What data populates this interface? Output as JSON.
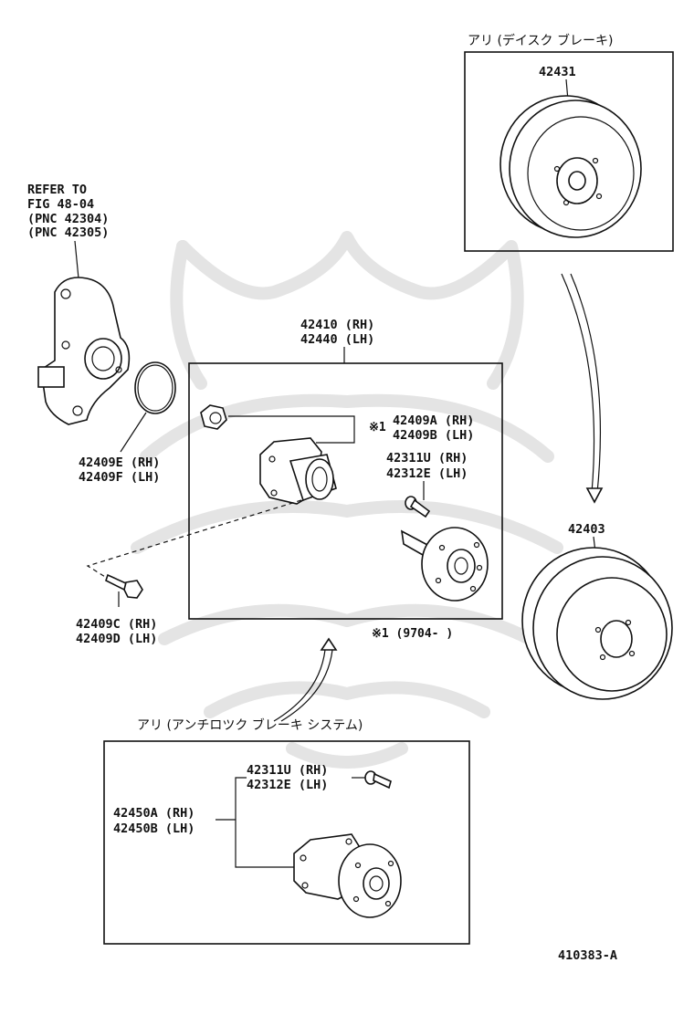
{
  "diagram": {
    "figure_code": "410383-A",
    "top_box_title": "アリ (デイスク  ブレーキ)",
    "bottom_box_title": "アリ (アンチロツク  ブレーキ  システム)",
    "refer": [
      "REFER TO",
      "FIG 48-04",
      "(PNC 42304)",
      "(PNC 42305)"
    ],
    "parts": {
      "disc": "42431",
      "drum": "42403",
      "hub_assy": [
        "42410 (RH)",
        "42440 (LH)"
      ],
      "oring": [
        "42409E (RH)",
        "42409F (LH)"
      ],
      "nut": [
        "42409A (RH)",
        "42409B (LH)"
      ],
      "nut_marker": "※1",
      "hub_bolt": [
        "42311U (RH)",
        "42312E (LH)"
      ],
      "bolt": [
        "42409C (RH)",
        "42409D (LH)"
      ],
      "date_note": "※1 (9704-       )",
      "abs_bolt": [
        "42311U (RH)",
        "42312E (LH)"
      ],
      "abs_hub_assy": [
        "42450A (RH)",
        "42450B (LH)"
      ]
    }
  }
}
